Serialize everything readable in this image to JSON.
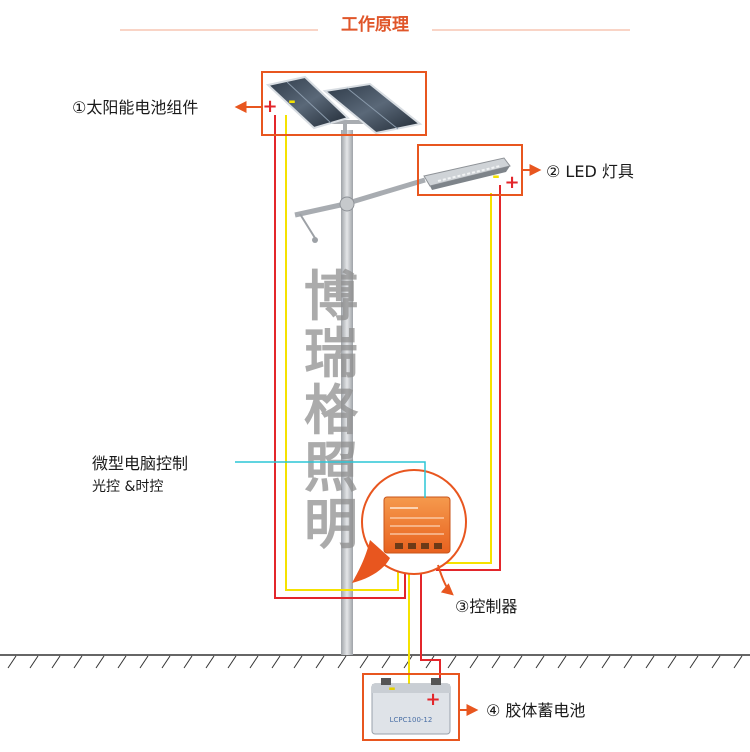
{
  "title": "工作原理",
  "watermark": [
    "博",
    "瑞",
    "格",
    "照",
    "明"
  ],
  "labels": {
    "solar": "①太阳能电池组件",
    "led": "② LED 灯具",
    "controller": "③控制器",
    "battery": "④ 胶体蓄电池",
    "control_desc_1": "微型电脑控制",
    "control_desc_2": "光控 &时控"
  },
  "battery_face_text": "LCPC100-12",
  "signs": {
    "plus": "+",
    "minus": "-"
  },
  "colors": {
    "accent": "#e8561f",
    "wire_red": "#e3262b",
    "wire_yellow": "#f5e200",
    "leader_cyan": "#2cc5d6",
    "pole": "#b9bcc0",
    "controller": "#f07a2e"
  }
}
